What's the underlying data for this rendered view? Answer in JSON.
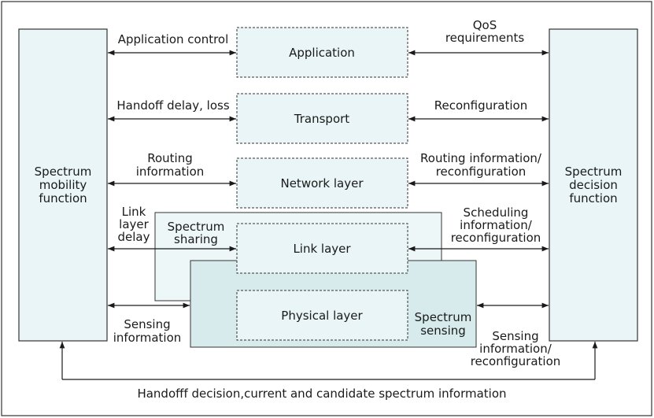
{
  "colors": {
    "side_box_fill": "#e9f5f6",
    "link_region_fill": "#eef7f8",
    "sensing_region_fill": "#d7eaec",
    "stroke": "#333333",
    "text": "#1a1a1a"
  },
  "left_box": {
    "label_lines": [
      "Spectrum",
      "mobility",
      "function"
    ]
  },
  "right_box": {
    "label_lines": [
      "Spectrum",
      "decision",
      "function"
    ]
  },
  "layers": [
    {
      "label": "Application"
    },
    {
      "label": "Transport"
    },
    {
      "label": "Network layer"
    },
    {
      "label": "Link layer"
    },
    {
      "label": "Physical layer"
    }
  ],
  "left_labels": {
    "application": [
      "Application control"
    ],
    "transport": [
      "Handoff delay, loss"
    ],
    "network": [
      "Routing",
      "information"
    ],
    "link_delay": [
      "Link",
      "layer",
      "delay"
    ],
    "spectrum_sharing": [
      "Spectrum",
      "sharing"
    ],
    "sensing": [
      "Sensing",
      "information"
    ]
  },
  "right_labels": {
    "application": [
      "QoS",
      "requirements"
    ],
    "transport": [
      "Reconfiguration"
    ],
    "network": [
      "Routing information/",
      "reconfiguration"
    ],
    "link": [
      "Scheduling",
      "information/",
      "reconfiguration"
    ],
    "spectrum_sensing": [
      "Spectrum",
      "sensing"
    ],
    "sensing": [
      "Sensing",
      "information/",
      "reconfiguration"
    ]
  },
  "bottom_label": "Handofff decision,current and candidate spectrum information"
}
